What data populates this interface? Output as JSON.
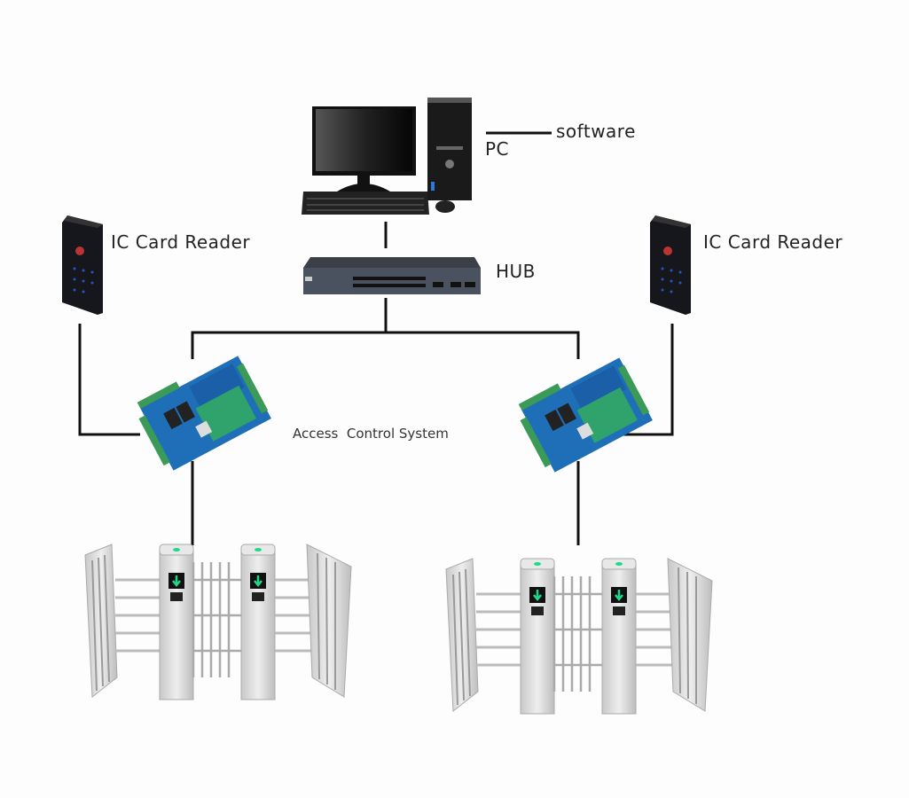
{
  "labels": {
    "software": "software",
    "pc": "PC",
    "hub": "HUB",
    "reader_left": "IC Card Reader",
    "reader_right": "IC Card Reader",
    "access_control": "Access  Control System"
  },
  "colors": {
    "line": "#111111",
    "board": "#1e6fb8",
    "board_green": "#2fa36b",
    "reader": "#15171c",
    "turnstile": "#d9d9d9",
    "indicator": "#1fd98a"
  }
}
